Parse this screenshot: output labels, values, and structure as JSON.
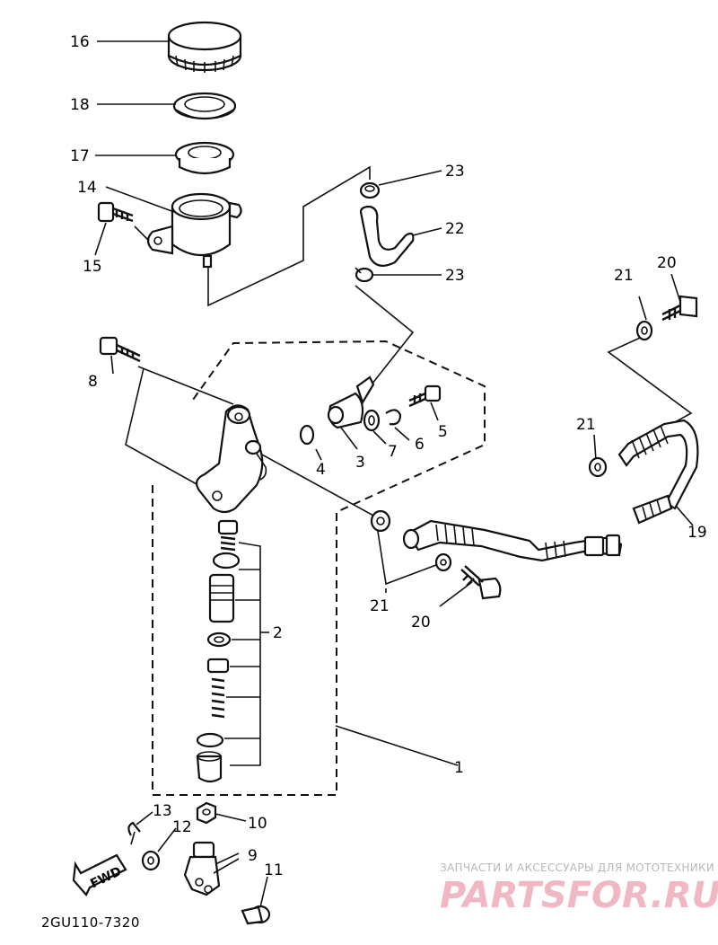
{
  "diagram": {
    "part_labels": {
      "p1": "1",
      "p2": "2",
      "p3": "3",
      "p4": "4",
      "p5": "5",
      "p6": "6",
      "p7": "7",
      "p8": "8",
      "p9": "9",
      "p10": "10",
      "p11": "11",
      "p12": "12",
      "p13": "13",
      "p14": "14",
      "p15": "15",
      "p16": "16",
      "p17": "17",
      "p18": "18",
      "p19": "19",
      "p20a": "20",
      "p20b": "20",
      "p21a": "21",
      "p21b": "21",
      "p21c": "21",
      "p22": "22",
      "p23a": "23",
      "p23b": "23"
    },
    "direction_arrow": "FWD",
    "diagram_code": "2GU110-7320",
    "watermark": {
      "tagline": "ЗАПЧАСТИ И АКСЕССУАРЫ ДЛЯ МОТОТЕХНИКИ",
      "brand": "PARTSFOR.RU"
    }
  }
}
